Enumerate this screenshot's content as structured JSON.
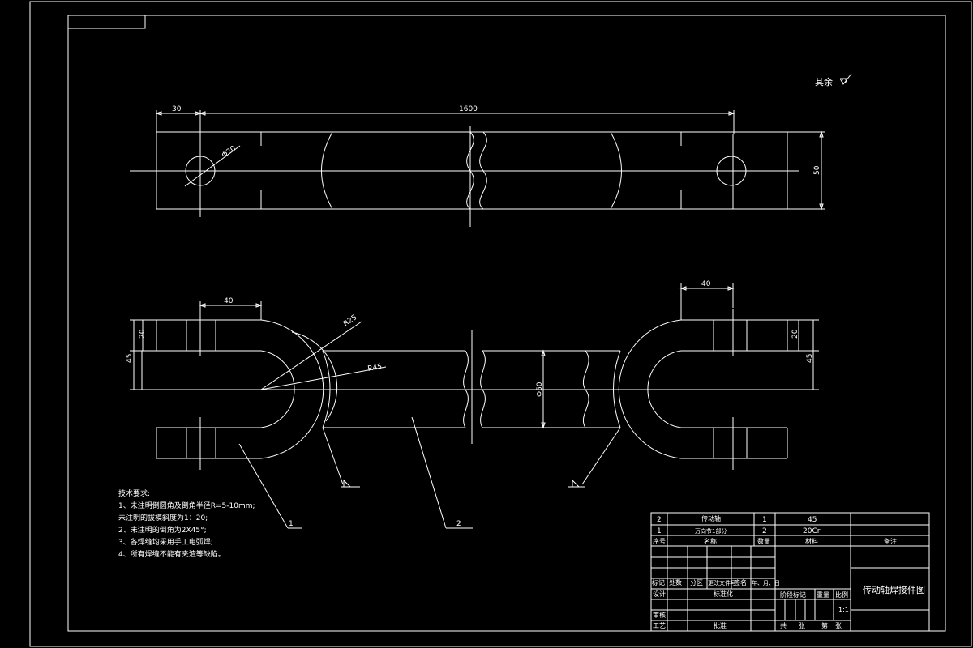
{
  "surface_finish": "其余",
  "top_view": {
    "dim_offset": "30",
    "dim_length": "1600",
    "dim_hole": "Φ20",
    "dim_width": "50"
  },
  "front_view": {
    "dim_left_width": "40",
    "dim_left_slot": "20",
    "dim_left_total": "45",
    "dim_right_width": "40",
    "dim_right_slot": "20",
    "dim_right_total": "45",
    "dim_r25": "R25",
    "dim_r45": "R45",
    "dim_dia50": "Φ50",
    "balloon_1": "1",
    "balloon_2": "2"
  },
  "tech_notes": {
    "title": "技术要求:",
    "items": [
      "1、未注明倒圆角及倒角半径R=5-10mm;",
      "   未注明的拔模斜度为1：20;",
      "2、未注明的倒角为2X45°;",
      "3、各焊缝均采用手工电弧焊;",
      "4、所有焊缝不能有夹渣等缺陷。"
    ]
  },
  "bom": {
    "rows": [
      {
        "no": "2",
        "name": "传动轴",
        "qty": "1",
        "material": "45"
      },
      {
        "no": "1",
        "name": "万向节1部分",
        "qty": "2",
        "material": "20Cr"
      }
    ],
    "header": {
      "no": "序号",
      "name": "名称",
      "qty": "数量",
      "material": "材料",
      "remark": "备注"
    }
  },
  "title_block": {
    "drawing_title": "传动轴焊接件图",
    "labels": {
      "mark": "标记",
      "count": "处数",
      "zone": "分区",
      "change_doc": "更改文件号",
      "sign": "签名",
      "date": "年、月、日",
      "design": "设计",
      "standard": "标准化",
      "stage": "阶段标记",
      "weight": "重量",
      "scale": "比例",
      "check": "审核",
      "process": "工艺",
      "approve": "批准",
      "total": "共",
      "sheets": "张",
      "page": "第",
      "sheet": "张"
    },
    "scale_value": "1:1"
  }
}
